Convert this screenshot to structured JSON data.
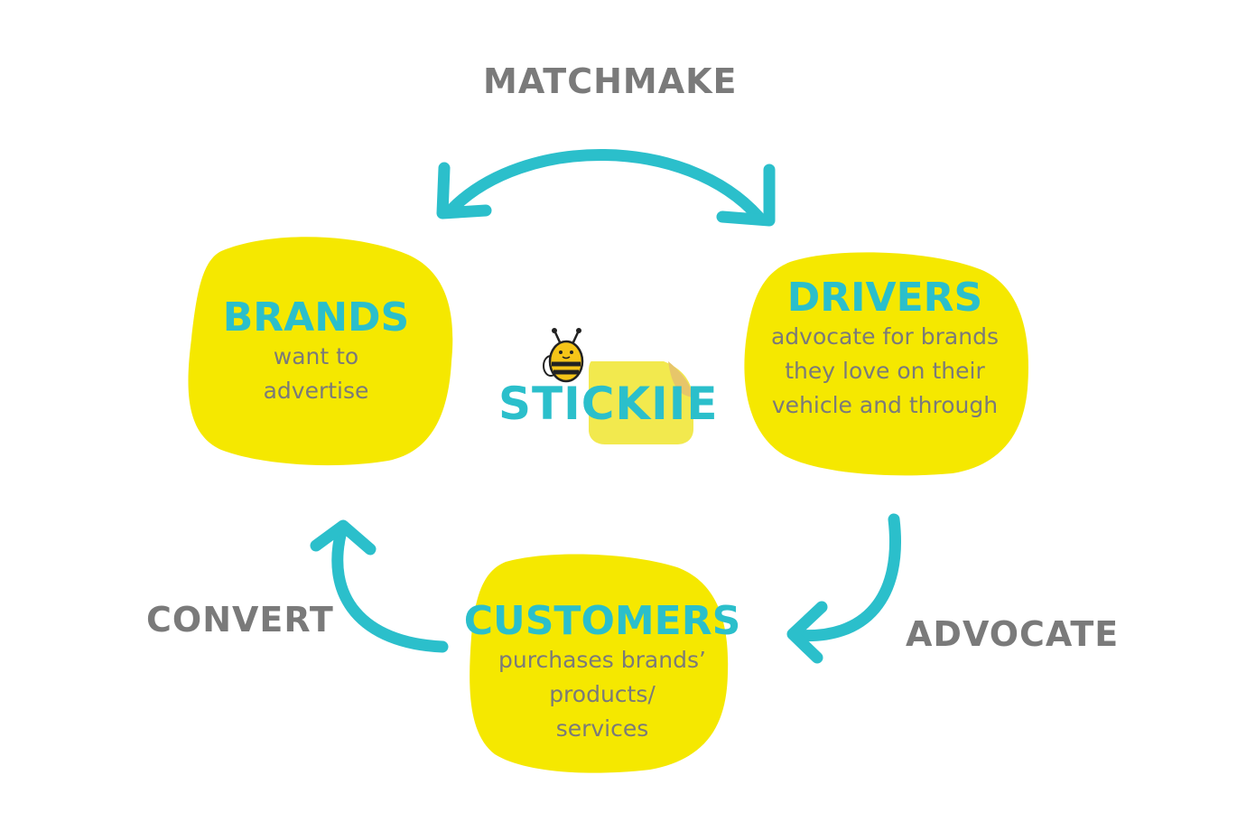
{
  "labels": {
    "matchmake": "MATCHMAKE",
    "convert": "CONVERT",
    "advocate": "ADVOCATE"
  },
  "nodes": {
    "brands": {
      "title": "BRANDS",
      "desc_lines": [
        "want to",
        "advertise"
      ]
    },
    "drivers": {
      "title": "DRIVERS",
      "desc_lines": [
        "advocate for brands",
        "they love on their",
        "vehicle and through"
      ]
    },
    "customers": {
      "title": "CUSTOMERS",
      "desc_lines": [
        "purchases brands’",
        "products/",
        "services"
      ]
    }
  },
  "logo": {
    "text": "STICKIIE",
    "icon": "bee-icon"
  },
  "colors": {
    "blob": "#f5e800",
    "accent": "#2bbfcb",
    "text_gray": "#7a7a7a",
    "sticky_note": "#f2e94e"
  }
}
